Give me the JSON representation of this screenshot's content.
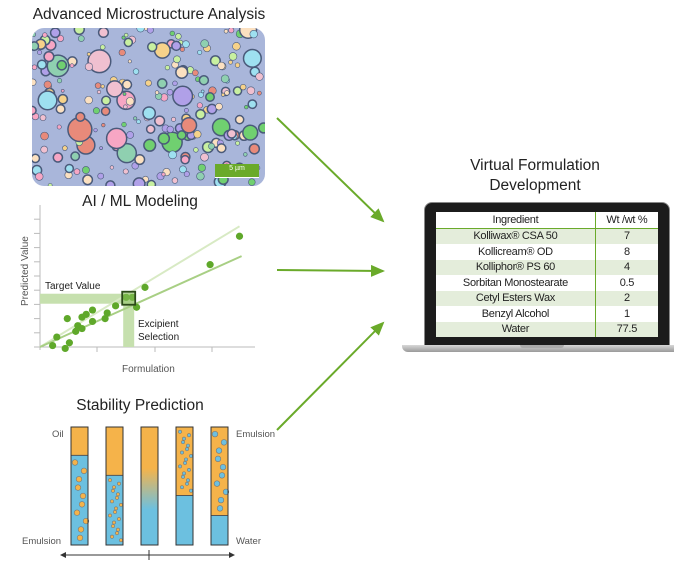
{
  "microstructure": {
    "title": "Advanced Microstructure Analysis",
    "scale_bar": "5 µm"
  },
  "modeling": {
    "title": "AI / ML Modeling",
    "ylabel": "Predicted Value",
    "xlabel": "Formulation",
    "target_label": "Target Value",
    "excipient_label_1": "Excipient",
    "excipient_label_2": "Selection"
  },
  "chart_data": {
    "type": "scatter",
    "title": "AI / ML Modeling",
    "xlabel": "Formulation",
    "ylabel": "Predicted Value",
    "xlim": [
      0,
      10
    ],
    "ylim": [
      0,
      10
    ],
    "points": [
      [
        0.6,
        0.1
      ],
      [
        0.8,
        0.7
      ],
      [
        1.2,
        -0.1
      ],
      [
        1.4,
        0.3
      ],
      [
        1.3,
        2.0
      ],
      [
        1.7,
        1.1
      ],
      [
        1.8,
        1.5
      ],
      [
        2.0,
        1.3
      ],
      [
        2.0,
        2.1
      ],
      [
        2.2,
        2.3
      ],
      [
        2.5,
        1.8
      ],
      [
        2.5,
        2.6
      ],
      [
        3.1,
        2.0
      ],
      [
        3.2,
        2.4
      ],
      [
        3.6,
        2.9
      ],
      [
        4.1,
        3.5
      ],
      [
        4.4,
        3.5
      ],
      [
        4.6,
        2.8
      ],
      [
        5.0,
        4.2
      ],
      [
        8.1,
        5.8
      ],
      [
        9.5,
        7.8
      ]
    ],
    "lines": [
      {
        "name": "upper fit",
        "from": [
          0,
          0
        ],
        "to": [
          9.5,
          8.5
        ]
      },
      {
        "name": "lower fit",
        "from": [
          0,
          0
        ],
        "to": [
          9.6,
          6.4
        ]
      }
    ],
    "target": {
      "x": 4.2,
      "y": 3.4
    }
  },
  "stability": {
    "title": "Stability Prediction",
    "left_top": "Oil",
    "left_bottom": "Emulsion",
    "right_top": "Emulsion",
    "right_bottom": "Water",
    "tubes": [
      {
        "oil_fraction": 0.24,
        "droplets": "oil-in-water-large"
      },
      {
        "oil_fraction": 0.41,
        "droplets": "oil-in-water-small"
      },
      {
        "oil_fraction": 0.5,
        "droplets": "gradient"
      },
      {
        "oil_fraction": 0.58,
        "droplets": "water-in-oil-small"
      },
      {
        "oil_fraction": 0.75,
        "droplets": "water-in-oil-large"
      }
    ]
  },
  "formulation": {
    "title_1": "Virtual Formulation",
    "title_2": "Development",
    "headers": [
      "Ingredient",
      "Wt /wt %"
    ],
    "rows": [
      [
        "Kolliwax® CSA 50",
        "7"
      ],
      [
        "Kollicream® OD",
        "8"
      ],
      [
        "Kolliphor® PS 60",
        "4"
      ],
      [
        "Sorbitan Monostearate",
        "0.5"
      ],
      [
        "Cetyl Esters Wax",
        "2"
      ],
      [
        "Benzyl Alcohol",
        "1"
      ],
      [
        "Water",
        "77.5"
      ]
    ]
  },
  "colors": {
    "green": "#6aaa2a",
    "oil": "#f5b34a",
    "water": "#6cc0e0"
  }
}
